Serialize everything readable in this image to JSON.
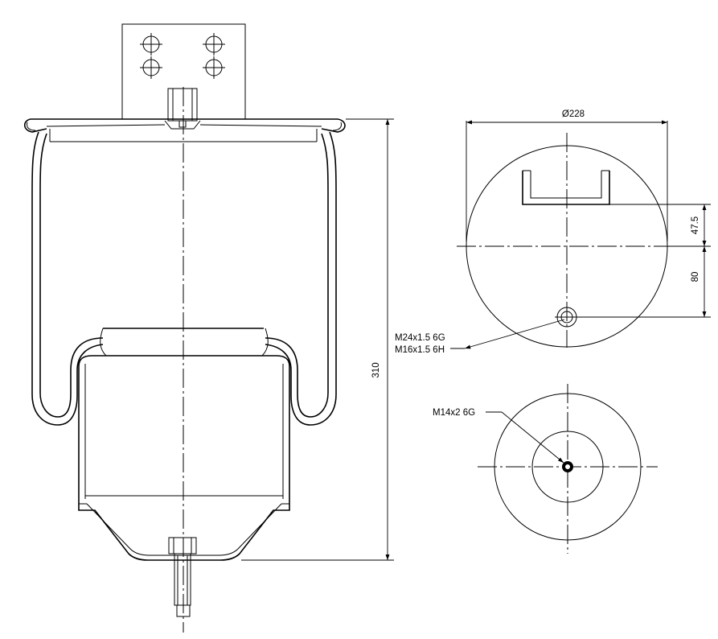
{
  "side_view": {
    "height_label": "310"
  },
  "top_view": {
    "diameter_label": "Ø228",
    "offset_47_label": "47.5",
    "offset_80_label": "80",
    "thread_label_1": "M24x1.5 6G",
    "thread_label_2": "M16x1.5 6H"
  },
  "bottom_view": {
    "thread_label": "M14x2 6G"
  },
  "colors": {
    "line": "#000000",
    "background": "#ffffff"
  }
}
